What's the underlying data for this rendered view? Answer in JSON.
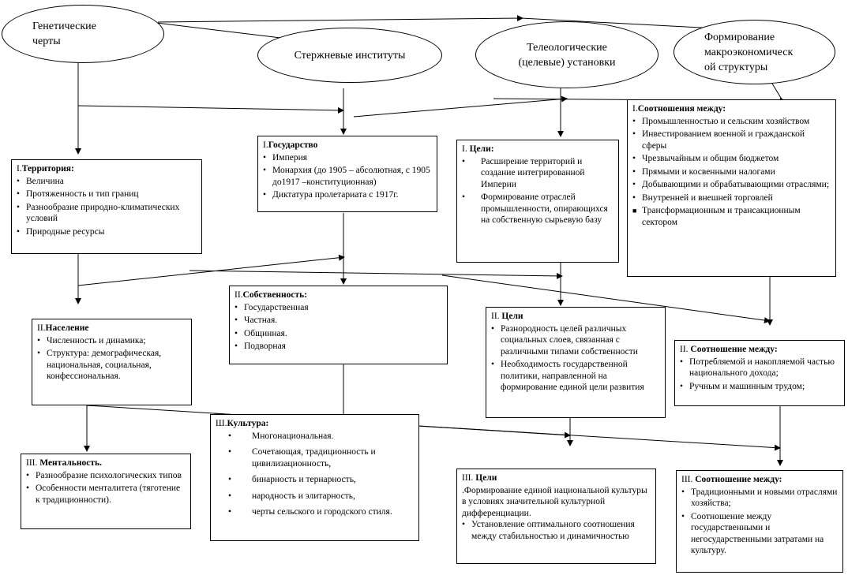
{
  "ellipses": {
    "genetic": [
      "Генетические",
      "черты"
    ],
    "core": [
      "Стержневые институты"
    ],
    "teleological": [
      "Телеологические",
      "(целевые) установки"
    ],
    "macro": [
      "Формирование",
      "макроэкономическ",
      "ой структуры"
    ]
  },
  "territory": {
    "num": "I.",
    "title": "Территория:",
    "items": [
      "Величина",
      "Протяженность и тип границ",
      "Разнообразие природно-климатических условий",
      "Природные ресурсы"
    ]
  },
  "population": {
    "num": "II.",
    "title": "Население",
    "items": [
      "Численность и динамика;",
      "Структура: демографическая, национальная, социальная, конфессиональная."
    ]
  },
  "mentality": {
    "num": "III. ",
    "title": "Ментальность.",
    "items": [
      "Разнообразие психологических типов",
      "Особенности менталитета (тяготение к традиционности)."
    ]
  },
  "state": {
    "num": "I.",
    "title": "Государство",
    "items": [
      "Империя",
      "Монархия (до 1905 – абсолютная, с 1905 до1917 –конституционная)",
      "Диктатура пролетариата с 1917г."
    ]
  },
  "property": {
    "num": "II.",
    "title": "Собственность:",
    "items": [
      "Государственная",
      "Частная.",
      "Общинная.",
      "Подворная"
    ]
  },
  "culture": {
    "num": "Ш.",
    "title": "Культура:",
    "items": [
      "Многонациональная.",
      "Сочетающая, традиционность и цивилизационность,",
      "бинарность и тернарность,",
      "народность и элитарность,",
      "черты сельского и городского стиля."
    ]
  },
  "goals1": {
    "num": "I. ",
    "title": "Цели:",
    "items": [
      "Расширение территорий и создание интегрированной Империи",
      "Формирование отраслей промышленности, опирающихся на собственную сырьевую базу"
    ]
  },
  "goals2": {
    "num": "II. ",
    "title": "Цели",
    "items": [
      "Разнородность целей различных социальных слоев, связанная с различными типами собственности",
      "Необходимость государственной политики, направленной на формирование единой цели развития"
    ]
  },
  "goals3": {
    "num": "III. ",
    "title": "Цели",
    "text": ".Формирование единой национальной культуры в условиях значительной культурной дифференциации.",
    "items": [
      "Установление оптимального соотношения между стабильностью и динамичностью"
    ]
  },
  "ratio1": {
    "num": "I.",
    "title": "Соотношения между:",
    "items": [
      "Промышленностью и сельским хозяйством",
      "Инвестированием военной и гражданской сферы",
      "Чрезвычайным и общим бюджетом",
      "Прямыми и косвенными налогами",
      "Добывающими и обрабатывающими отраслями;",
      "Внутренней и внешней торговлей"
    ],
    "last": "Трансформационным и трансакционным сектором"
  },
  "ratio2": {
    "num": "II. ",
    "title": "Соотношение между:",
    "items": [
      "Потребляемой и накопляемой частью национального дохода;",
      "Ручным и машинным трудом;"
    ]
  },
  "ratio3": {
    "num": "III. ",
    "title": "Соотношение между:",
    "items": [
      "Традиционными и новыми отраслями хозяйства;",
      "Соотношение между государственными и негосударственными затратами на культуру."
    ]
  }
}
